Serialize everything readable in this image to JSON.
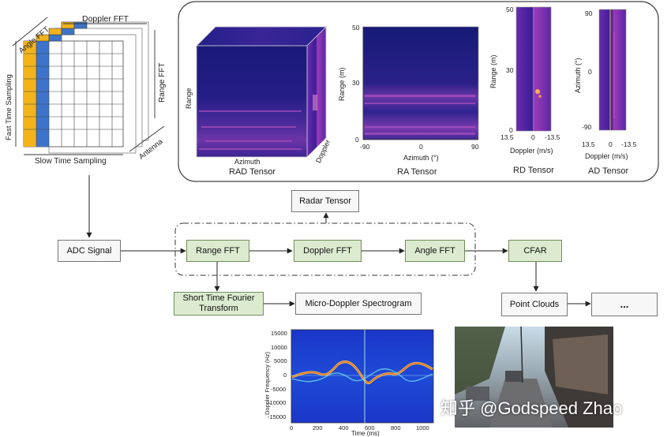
{
  "diagram": {
    "tensor_cube": {
      "top_label": "Doppler FFT",
      "left_label": "Angle FFT",
      "right_label": "Range FFT",
      "side_left_label": "Fast Time Sampling",
      "bottom_label": "Slow Time Sampling",
      "corner_label": "Antenna"
    },
    "tensor_panel": {
      "rad": {
        "caption": "RAD Tensor",
        "axis_range": "Range",
        "axis_azimuth": "Azimuth",
        "axis_doppler": "Doppler"
      },
      "ra": {
        "caption": "RA Tensor",
        "ylabel": "Range (m)",
        "xlabel": "Azimuth (°)",
        "yticks": [
          "50",
          "30",
          "0"
        ],
        "xticks": [
          "-90",
          "0",
          "90"
        ]
      },
      "rd": {
        "caption": "RD Tensor",
        "ylabel": "Range (m)",
        "xlabel": "Doppler (m/s)",
        "yticks": [
          "50",
          "30",
          "0"
        ],
        "xticks": [
          "13.5",
          "0",
          "-13.5"
        ]
      },
      "ad": {
        "caption": "AD Tensor",
        "ylabel": "Azimuth (°)",
        "xlabel": "Doppler (m/s)",
        "yticks": [
          "90",
          "0",
          "-90"
        ],
        "xticks": [
          "13.5",
          "0",
          "-13.5"
        ]
      }
    },
    "nodes": {
      "radar_tensor": "Radar Tensor",
      "adc_signal": "ADC Signal",
      "range_fft": "Range FFT",
      "doppler_fft": "Doppler FFT",
      "angle_fft": "Angle FFT",
      "cfar": "CFAR",
      "stft": "Short Time Fourier Transform",
      "micro_doppler": "Micro-Doppler Spectrogram",
      "point_clouds": "Point Clouds",
      "ellipsis": "..."
    },
    "spectrogram": {
      "ylabel": "Doppler Frequency (Hz)",
      "xlabel": "Time (ms)",
      "yticks": [
        "15000",
        "10000",
        "5000",
        "0",
        "-5000",
        "-10000",
        "-15000"
      ],
      "xticks": [
        "0",
        "200",
        "400",
        "600",
        "800",
        "1000"
      ]
    },
    "watermark": "知乎 @Godspeed Zhao",
    "colors": {
      "yellow": "#f2b31c",
      "blue": "#3d74c9",
      "green_box": "#dcebd0",
      "heat_dark": "#1e1b7a",
      "heat_hot": "#e866c8",
      "spectro_bg": "#1834c8"
    }
  }
}
